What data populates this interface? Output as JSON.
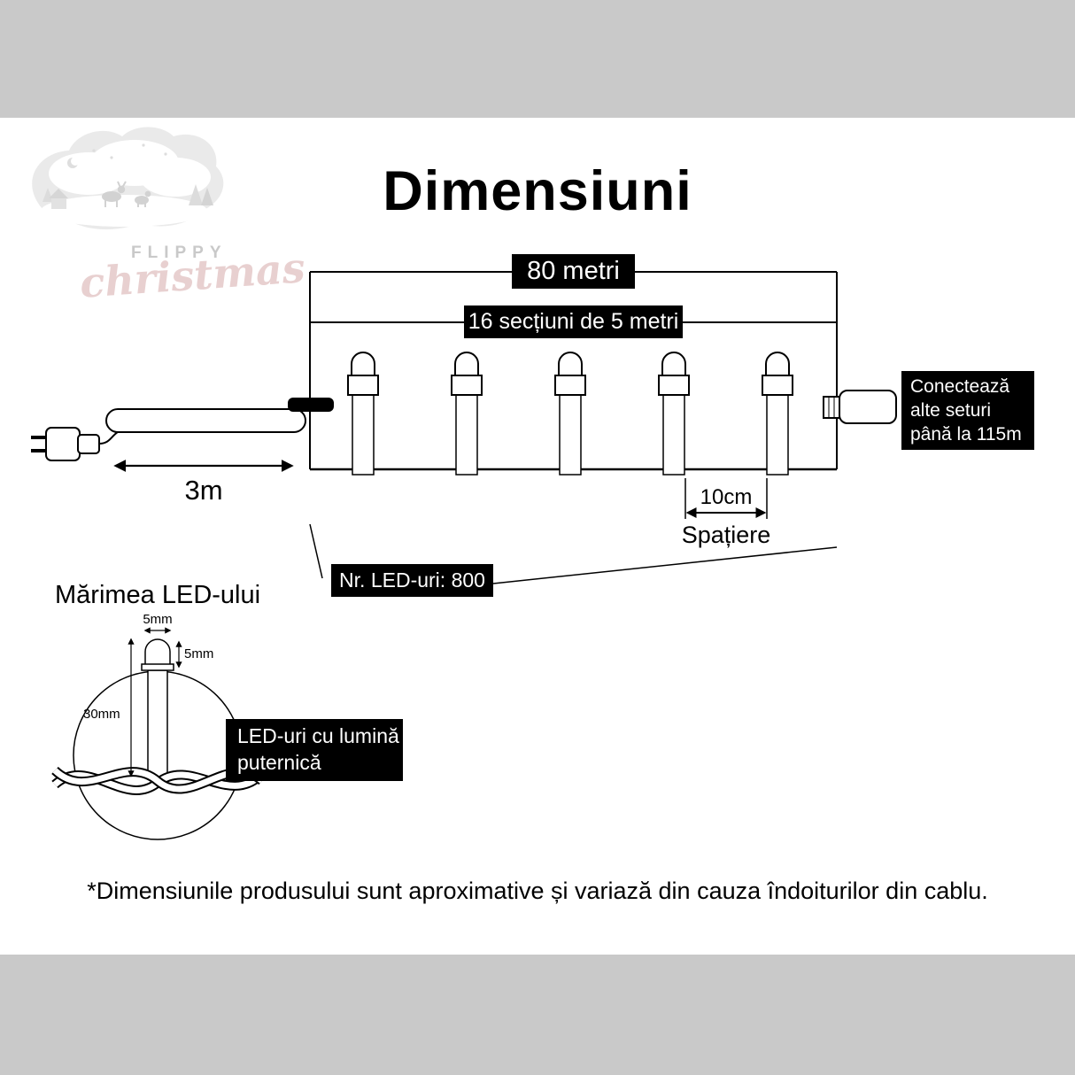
{
  "header": {
    "title": "Dimensiuni"
  },
  "logo": {
    "brand_top": "FLIPPY",
    "brand_bottom": "christmas"
  },
  "diagram": {
    "total_length": "80 metri",
    "sections": "16 secțiuni de 5 metri",
    "lead_length": "3m",
    "spacing_value": "10cm",
    "spacing_label": "Spațiere",
    "connector_note_lines": [
      "Conectează",
      "alte seturi",
      "până la 115m"
    ],
    "led_count": "Nr. LED-uri: 800"
  },
  "led_detail": {
    "title": "Mărimea LED-ului",
    "width": "5mm",
    "tip_height": "5mm",
    "body_height": "30mm",
    "callout_lines": [
      "LED-uri cu lumină",
      "puternică"
    ]
  },
  "footer": {
    "note": "*Dimensiunile produsului sunt aproximative și variază din cauza îndoiturilor din cablu."
  },
  "colors": {
    "background": "#c9c9c9",
    "canvas": "#ffffff",
    "box_bg": "#000000",
    "box_text": "#ffffff",
    "line": "#000000",
    "logo_muted": "#c9c9c9",
    "logo_script": "#e8d0d0"
  }
}
